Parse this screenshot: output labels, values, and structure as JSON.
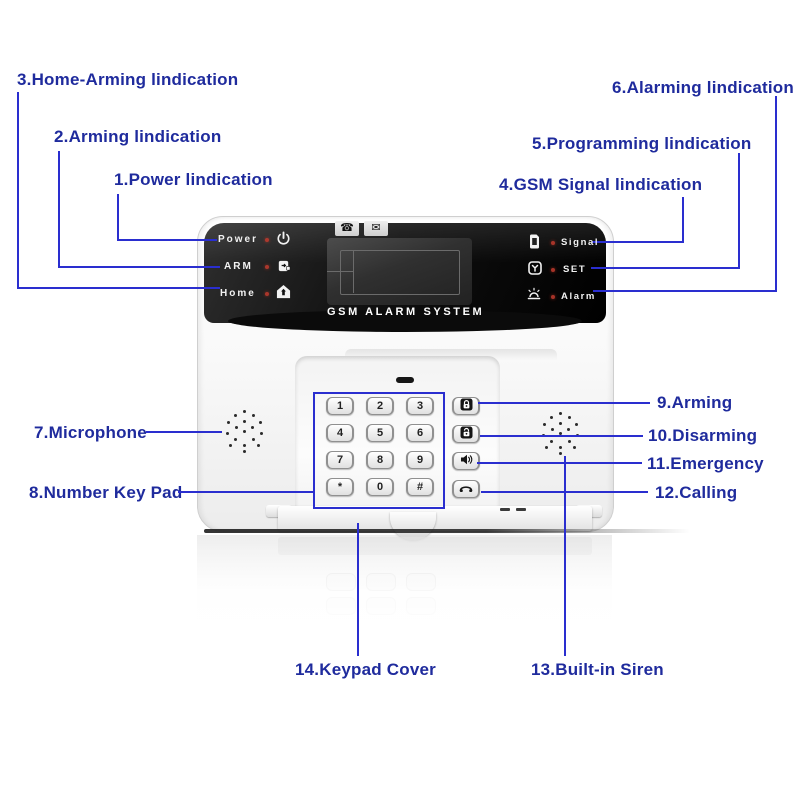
{
  "callouts": {
    "c1": "1.Power lindication",
    "c2": "2.Arming lindication",
    "c3": "3.Home-Arming lindication",
    "c4": "4.GSM Signal lindication",
    "c5": "5.Programming lindication",
    "c6": "6.Alarming lindication",
    "c7": "7.Microphone",
    "c8": "8.Number Key Pad",
    "c9": "9.Arming",
    "c10": "10.Disarming",
    "c11": "11.Emergency",
    "c12": "12.Calling",
    "c13": "13.Built-in Siren",
    "c14": "14.Keypad Cover"
  },
  "device": {
    "brand": "GSM ALARM SYSTEM",
    "indicators_left": [
      {
        "label": "Power",
        "icon": "power-icon"
      },
      {
        "label": "ARM",
        "icon": "arm-lock-icon"
      },
      {
        "label": "Home",
        "icon": "home-icon"
      }
    ],
    "indicators_right": [
      {
        "label": "Signal",
        "icon": "sim-card-icon"
      },
      {
        "label": "SET",
        "icon": "set-wrench-icon"
      },
      {
        "label": "Alarm",
        "icon": "siren-icon"
      }
    ],
    "top_buttons": [
      {
        "icon": "phone-icon",
        "glyph": "☎"
      },
      {
        "icon": "mail-icon",
        "glyph": "✉"
      }
    ],
    "keypad_keys": [
      "1",
      "2",
      "3",
      "4",
      "5",
      "6",
      "7",
      "8",
      "9",
      "*",
      "0",
      "#"
    ],
    "side_buttons": [
      {
        "icon": "lock-closed-icon"
      },
      {
        "icon": "lock-open-icon"
      },
      {
        "icon": "speaker-icon"
      },
      {
        "icon": "handset-icon"
      }
    ],
    "colors": {
      "callout_text": "#1f2b9d",
      "callout_line": "#2a2ecf",
      "led": "#c23b2e"
    }
  }
}
